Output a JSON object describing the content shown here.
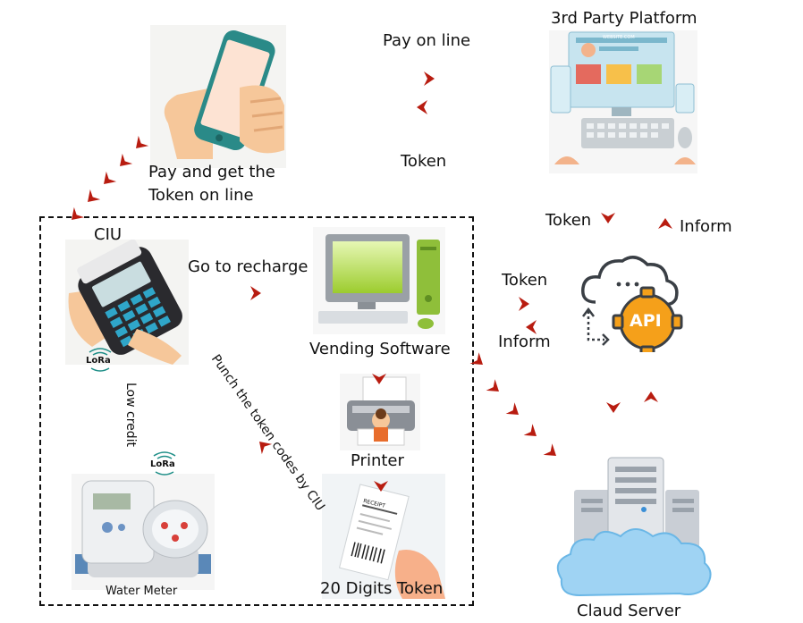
{
  "labels": {
    "third_party_platform": "3rd Party Platform",
    "pay_on_line": "Pay on line",
    "token_top": "Token",
    "pay_and_get_line1": "Pay and get the",
    "pay_and_get_line2": "Token on line",
    "ciu": "CIU",
    "go_to_recharge": "Go to recharge",
    "vending_software": "Vending Software",
    "printer": "Printer",
    "digits_token": "20 Digits Token",
    "water_meter": "Water Meter",
    "low_credit": "Low credit",
    "punch_codes": "Punch the token codes by CIU",
    "token_right_upper": "Token",
    "inform_right_upper": "Inform",
    "token_mid": "Token",
    "inform_mid": "Inform",
    "api": "API",
    "cloud_server": "Claud Server",
    "lora_1": "LoRa",
    "lora_2": "LoRa",
    "website_bar": "WEBSITE.COM",
    "receipt": "RECEIPT"
  },
  "colors": {
    "arrow_red": "#b81c10",
    "phone_teal": "#2a8a88",
    "api_orange": "#f5a01a",
    "cloud_blue": "#7fc4ee"
  },
  "icons": [
    "phone-hand-icon",
    "pos-terminal-icon",
    "computer-icon",
    "printer-icon",
    "receipt-hand-icon",
    "water-meter-icon",
    "web-platform-icon",
    "api-cloud-icon",
    "cloud-server-icon"
  ]
}
